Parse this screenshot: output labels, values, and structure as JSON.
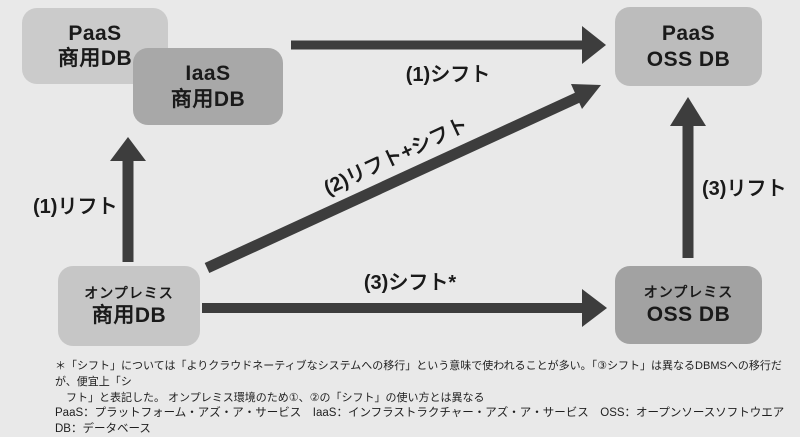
{
  "diagram": {
    "title_hint": "Database cloud migration lift-and-shift diagram",
    "colors": {
      "background": "#e9e9e9",
      "box_paas_commercial": "#cbcbcb",
      "box_iaas_commercial": "#a8a8a8",
      "box_paas_oss": "#bcbcbc",
      "box_onprem_commercial": "#c6c6c6",
      "box_onprem_oss": "#a2a2a2",
      "arrow": "#3d3d3d",
      "text": "#1a1a1a"
    },
    "boxes": {
      "paas_commercial": {
        "line1": "PaaS",
        "line2": "商用DB"
      },
      "iaas_commercial": {
        "line1": "IaaS",
        "line2": "商用DB"
      },
      "paas_oss": {
        "line1": "PaaS",
        "line2": "OSS DB"
      },
      "onprem_commercial": {
        "line1": "オンプレミス",
        "line2": "商用DB"
      },
      "onprem_oss": {
        "line1": "オンプレミス",
        "line2": "OSS DB"
      }
    },
    "arrow_labels": {
      "shift1": "(1)シフト",
      "lift1": "(1)リフト",
      "lift_shift2": "(2)リフト+シフト",
      "shift3": "(3)シフト*",
      "lift3": "(3)リフト"
    },
    "arrows": [
      {
        "id": "shift1",
        "from": "paas_commercial / iaas_commercial area",
        "to": "paas_oss",
        "direction": "right"
      },
      {
        "id": "lift1",
        "from": "onprem_commercial",
        "to": "iaas_commercial",
        "direction": "up"
      },
      {
        "id": "lift_shift2",
        "from": "onprem_commercial",
        "to": "paas_oss",
        "direction": "up-right"
      },
      {
        "id": "shift3",
        "from": "onprem_commercial",
        "to": "onprem_oss",
        "direction": "right"
      },
      {
        "id": "lift3",
        "from": "onprem_oss",
        "to": "paas_oss",
        "direction": "up"
      }
    ]
  },
  "notes": {
    "footnote_line1": "＊「シフト」については「よりクラウドネーティブなシステムへの移行」という意味で使われることが多い。「③シフト」は異なるDBMSへの移行だが、便宜上「シ",
    "footnote_line2": "フト」と表記した。 オンプレミス環境のため①、②の「シフト」の使い方とは異なる",
    "abbreviations": "PaaS：プラットフォーム・アズ・ア・サービス　IaaS：インフラストラクチャー・アズ・ア・サービス　OSS：オープンソースソフトウエア　DB：データベース"
  }
}
